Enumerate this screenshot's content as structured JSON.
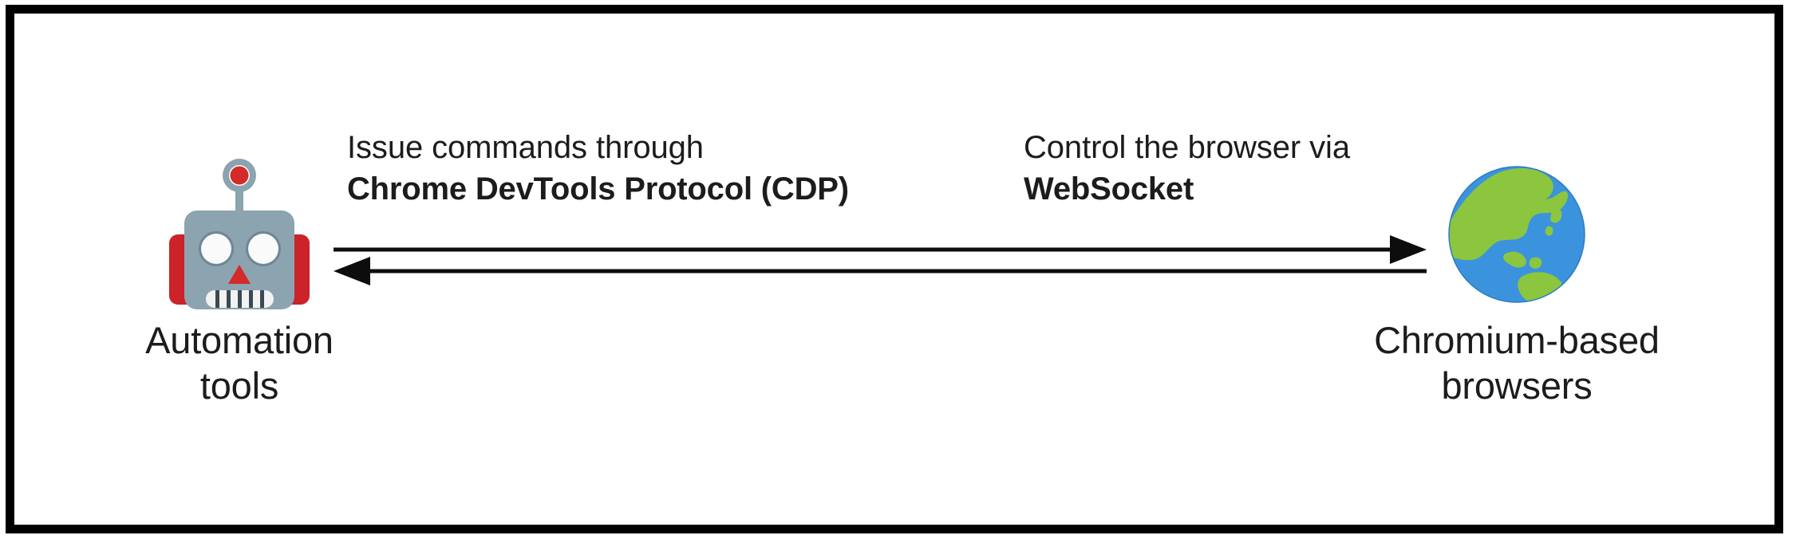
{
  "diagram": {
    "type": "two-node-bidirectional-flow",
    "background_color": "#ffffff",
    "border_color": "#000000",
    "text_color": "#1c1c1c",
    "nodes": [
      {
        "id": "automation-tools",
        "icon": "robot-icon",
        "label": "Automation\ntools"
      },
      {
        "id": "chromium-browsers",
        "icon": "globe-icon",
        "label": "Chromium-based\nbrowsers"
      }
    ],
    "edges": [
      {
        "id": "cdp",
        "direction": "left-to-right",
        "caption_line1": "Issue commands through",
        "caption_line2": "Chrome DevTools Protocol (CDP)"
      },
      {
        "id": "websocket",
        "direction": "right-to-left",
        "caption_line1": "Control the browser via",
        "caption_line2": "WebSocket"
      }
    ]
  },
  "icons": {
    "robot": {
      "name": "robot-icon",
      "head_color": "#8CA3B0",
      "ear_color": "#CC2229",
      "eye_color": "#FAFAFA",
      "nose_color": "#D32A2A",
      "antenna_bulb_color": "#D32A2A",
      "mouth_color": "#F2F2F2"
    },
    "globe": {
      "name": "globe-icon",
      "ocean_color": "#3B93DD",
      "land_color": "#8CC63E",
      "outline_color": "#2E7CC2"
    }
  }
}
